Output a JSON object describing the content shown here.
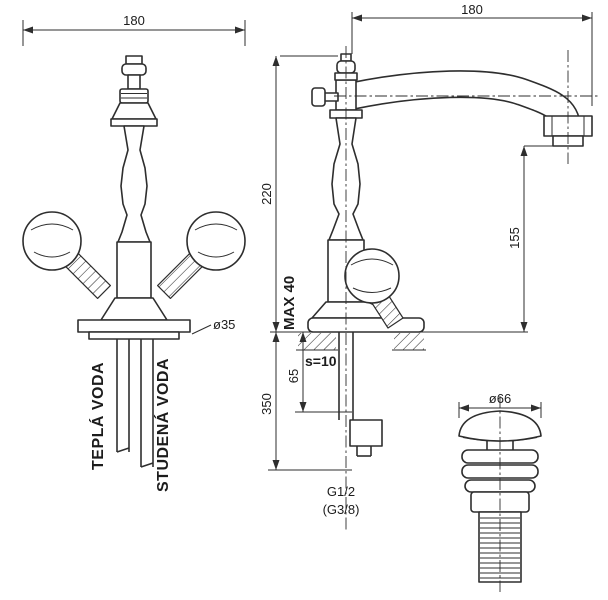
{
  "drawing": {
    "front_view": {
      "width_dim": "180",
      "flange_diameter": "ø35",
      "hot_water_label": "TEPLÁ VODA",
      "cold_water_label": "STUDENÁ VODA"
    },
    "side_view": {
      "reach_dim": "180",
      "height_dim": "220",
      "outlet_height_dim": "155",
      "max_counter_thickness": "MAX 40",
      "gasket_thickness": "s=10",
      "shank_length_dim": "65",
      "hose_length_dim": "350",
      "thread_size": "G1/2",
      "thread_size_alt": "(G3/8)"
    },
    "drain_view": {
      "cap_diameter": "ø66"
    },
    "line_color": "#2e2e2e"
  }
}
